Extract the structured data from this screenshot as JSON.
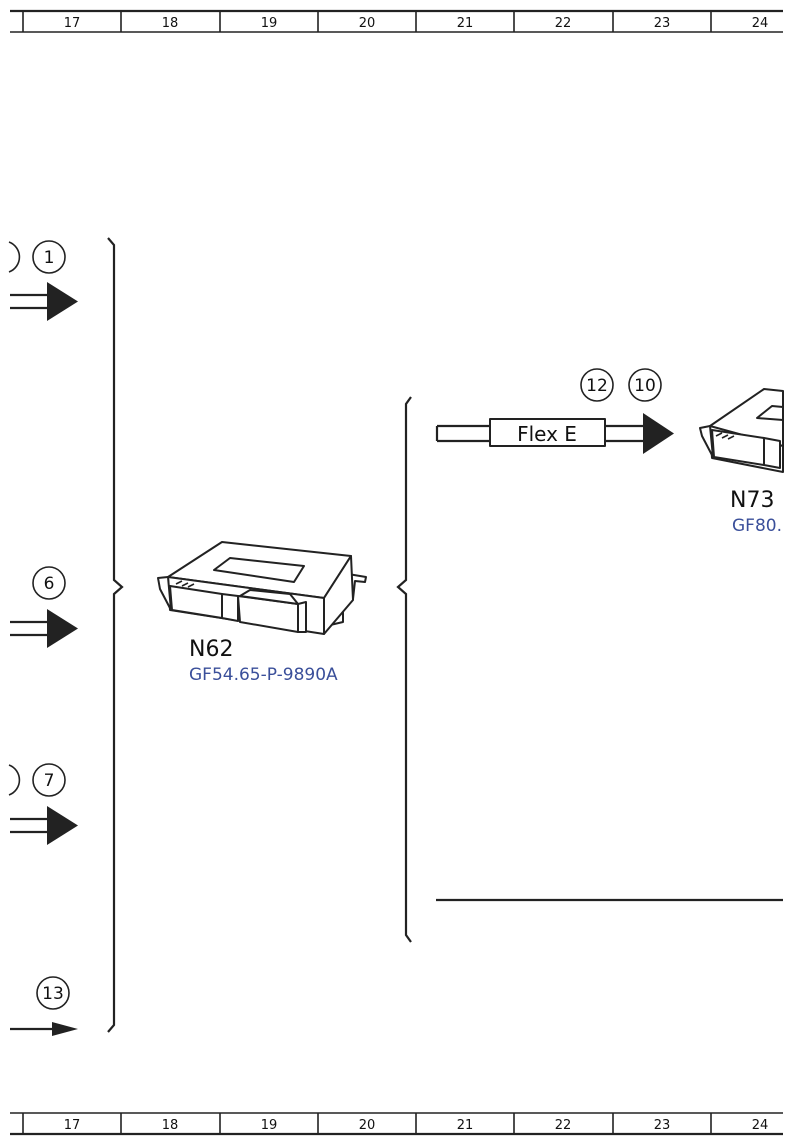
{
  "grid": {
    "columns": [
      "17",
      "18",
      "19",
      "20",
      "21",
      "22",
      "23",
      "24"
    ]
  },
  "connectors": {
    "c1": "1",
    "c6": "6",
    "c7": "7",
    "c13": "13",
    "c12": "12",
    "c10": "10"
  },
  "flex_label": "Flex E",
  "components": {
    "n62": {
      "name": "N62",
      "ref": "GF54.65-P-9890A"
    },
    "n73": {
      "name": "N73",
      "ref": "GF80."
    }
  },
  "colors": {
    "line": "#222222",
    "reference_link": "#3a4f9a"
  }
}
